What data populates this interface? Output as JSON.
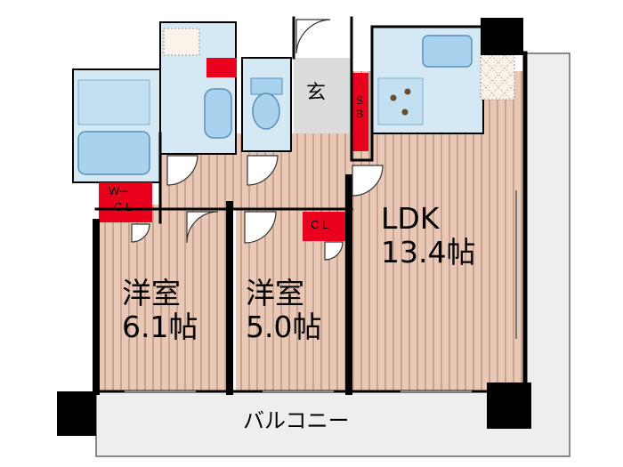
{
  "plan": {
    "rooms": {
      "ldk": {
        "name": "LDK",
        "size": "13.4帖"
      },
      "western1": {
        "name": "洋室",
        "size": "6.1帖"
      },
      "western2": {
        "name": "洋室",
        "size": "5.0帖"
      },
      "balcony": {
        "name": "バルコニー"
      }
    },
    "storage": {
      "wcl_top": "W─",
      "wcl_bottom": "C L",
      "cl": "C L",
      "sb_s": "S",
      "sb_b": "B"
    },
    "entrance": "玄",
    "colors": {
      "floor_wood": "#e9c9b6",
      "floor_stripe": "#c9a391",
      "wet_area": "#d5e9f5",
      "fixture": "#a9d2ee",
      "storage_red": "#e8001c",
      "wall": "#000000",
      "balcony": "#eeeeee",
      "entrance_floor": "#dcdcdc"
    }
  }
}
